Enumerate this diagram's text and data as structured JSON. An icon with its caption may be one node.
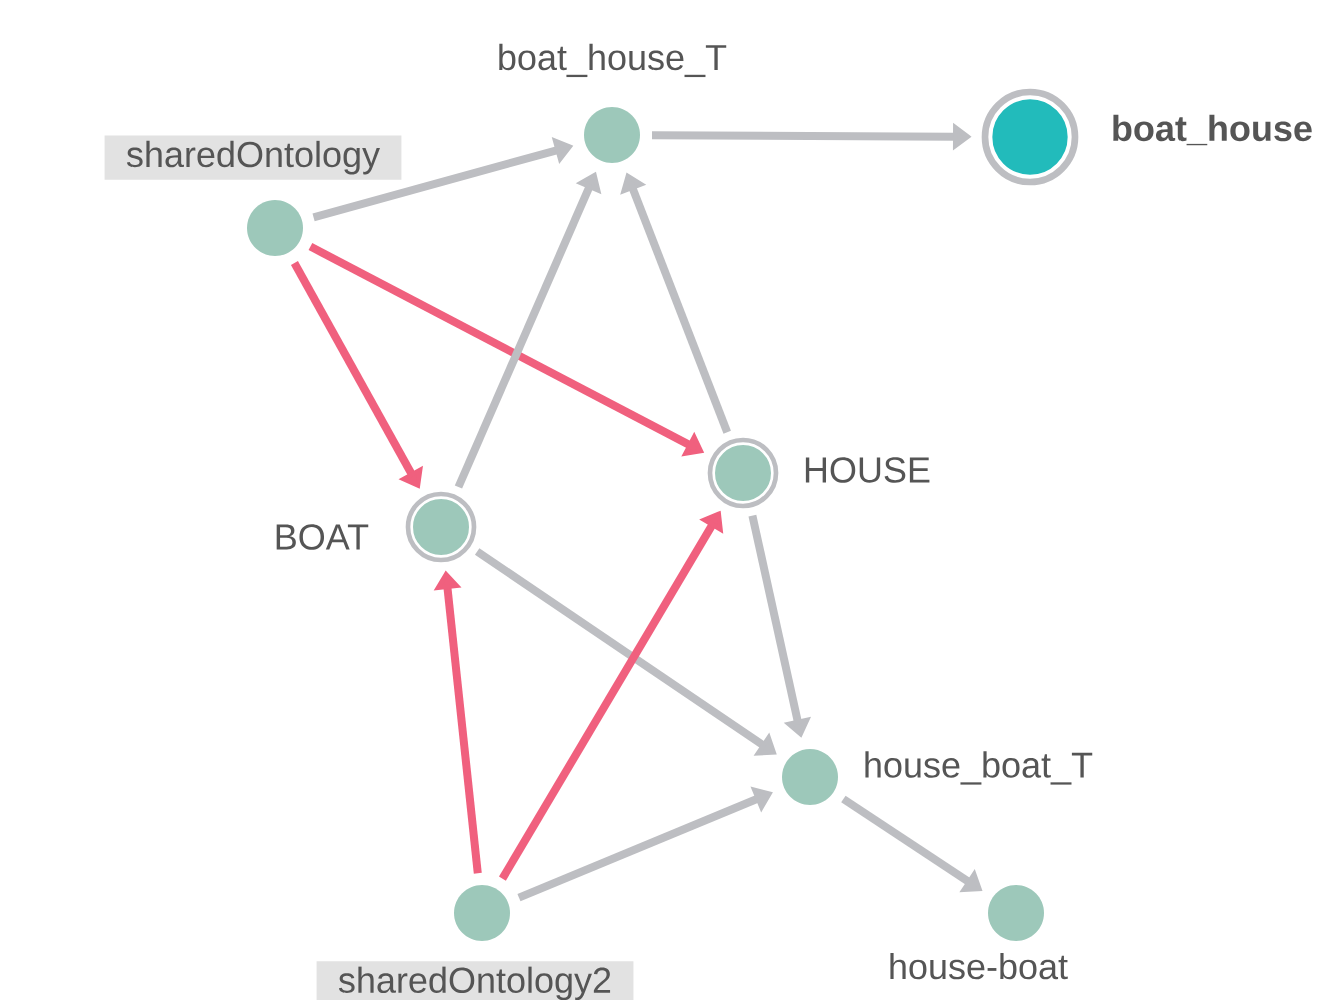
{
  "diagram": {
    "nodes": [
      {
        "text": [
          "boat_house_T"
        ]
      },
      {
        "text": [
          "boat_house"
        ]
      },
      {
        "text": [
          "sharedOntology"
        ]
      },
      {
        "text": [
          "HOUSE"
        ]
      },
      {
        "text": [
          "BOAT"
        ]
      },
      {
        "text": [
          "house_boat_T"
        ]
      },
      {
        "text": [
          "sharedOntology2"
        ]
      },
      {
        "text": [
          "house-boat"
        ]
      }
    ],
    "edges": [
      {
        "from": 2,
        "to": 0,
        "arrow": "to"
      },
      {
        "from": 0,
        "to": 1,
        "arrow": "to"
      },
      {
        "from": 2,
        "to": 4,
        "arrow": "to",
        "color": "#f0607e"
      },
      {
        "from": 2,
        "to": 3,
        "arrow": "to",
        "color": "#f0607e"
      },
      {
        "from": 4,
        "to": 0,
        "arrow": "to"
      },
      {
        "from": 3,
        "to": 0,
        "arrow": "to"
      },
      {
        "from": 4,
        "to": 5,
        "arrow": "to"
      },
      {
        "from": 3,
        "to": 5,
        "arrow": "to"
      },
      {
        "from": 6,
        "to": 4,
        "arrow": "to",
        "color": "#f0607e"
      },
      {
        "from": 6,
        "to": 3,
        "arrow": "to",
        "color": "#f0607e"
      },
      {
        "from": 6,
        "to": 5,
        "arrow": "to"
      },
      {
        "from": 5,
        "to": 7,
        "arrow": "to"
      }
    ]
  }
}
